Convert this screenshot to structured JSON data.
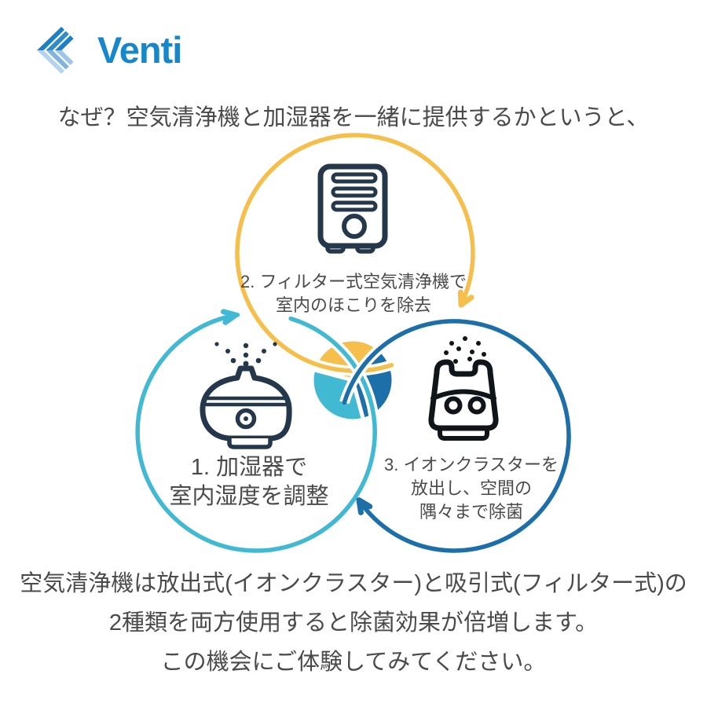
{
  "brand": {
    "name": "Venti",
    "text_color": "#1687CA",
    "mark_dark_stripes": [
      "#1D7FC6",
      "#2F8CCB",
      "#1D7FC6"
    ],
    "mark_light_stripes": [
      "#B5D3ED",
      "#7FB4DF",
      "#9DC5E8"
    ]
  },
  "heading": "なぜ？空気清浄機と加湿器を一緒に提供するかというと、",
  "diagram": {
    "colors": {
      "yellow": "#F6BE4A",
      "cyan": "#41B9D2",
      "blue": "#1C6FA8",
      "icon_navy": "#25384B",
      "icon_black": "#10151A"
    },
    "steps": [
      {
        "id": "1",
        "icon": "humidifier-icon",
        "circle_color": "#41B9D2",
        "label_lines": [
          "1. 加湿器で",
          "室内湿度を調整"
        ]
      },
      {
        "id": "2",
        "icon": "air-purifier-icon",
        "circle_color": "#F6BE4A",
        "label_lines": [
          "2. フィルター式空気清浄機で",
          "室内のほこりを除去"
        ]
      },
      {
        "id": "3",
        "icon": "ion-cluster-icon",
        "circle_color": "#1C6FA8",
        "label_lines": [
          "3. イオンクラスターを",
          "放出し、空間の",
          "隅々まで除菌"
        ]
      }
    ]
  },
  "footer_lines": [
    "空気清浄機は放出式(イオンクラスター)と吸引式(フィルター式)の",
    "2種類を両方使用すると除菌効果が倍増します。",
    "この機会にご体験してみてください。"
  ]
}
